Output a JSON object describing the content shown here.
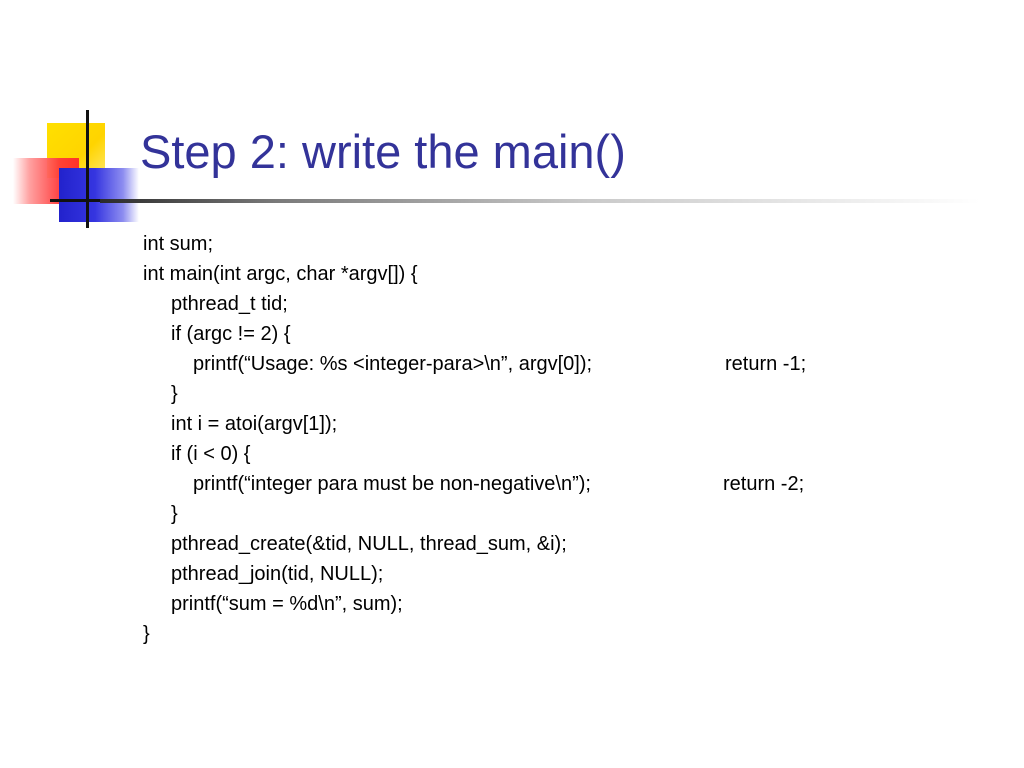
{
  "slide": {
    "title": "Step 2: write the main()",
    "colors": {
      "title": "#333399",
      "text": "#000000",
      "logo_yellow": "#ffd400",
      "logo_red": "#ff2a2a",
      "logo_blue": "#2222cc"
    },
    "code_lines": [
      {
        "text": "int sum;"
      },
      {
        "text": "int main(int argc, char *argv[]) {"
      },
      {
        "text": "pthread_t tid;"
      },
      {
        "text": "if (argc != 2) {"
      },
      {
        "text": "printf(“Usage: %s <integer-para>\\n”, argv[0]);",
        "tail": "return -1;"
      },
      {
        "text": "}"
      },
      {
        "text": "int i = atoi(argv[1]);"
      },
      {
        "text": "if (i < 0) {"
      },
      {
        "text": "printf(“integer para must be non-negative\\n”);",
        "tail": "return -2;"
      },
      {
        "text": "}"
      },
      {
        "text": "pthread_create(&tid, NULL, thread_sum, &i);"
      },
      {
        "text": "pthread_join(tid, NULL);"
      },
      {
        "text": "printf(“sum = %d\\n”, sum);"
      },
      {
        "text": "}"
      }
    ]
  }
}
